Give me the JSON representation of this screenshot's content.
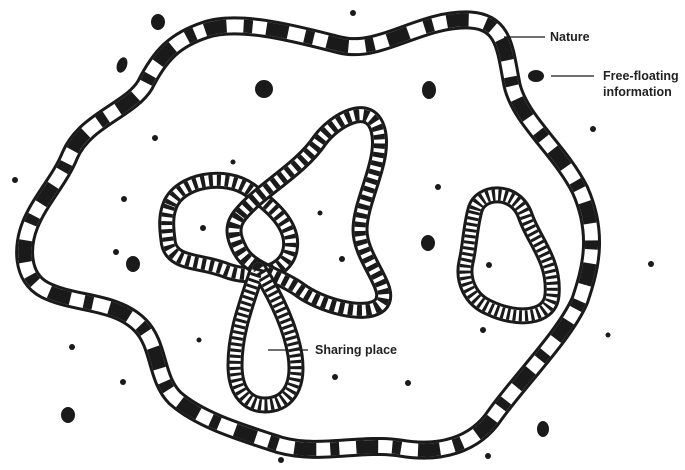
{
  "labels": {
    "nature": "Nature",
    "free_floating_line1": "Free-floating",
    "free_floating_line2": "information",
    "sharing_place": "Sharing place"
  },
  "colors": {
    "ink": "#1a1a1a",
    "paper": "#ffffff",
    "text": "#222222"
  },
  "icons": {
    "dot": "filled-circle",
    "band": "striped-band"
  }
}
